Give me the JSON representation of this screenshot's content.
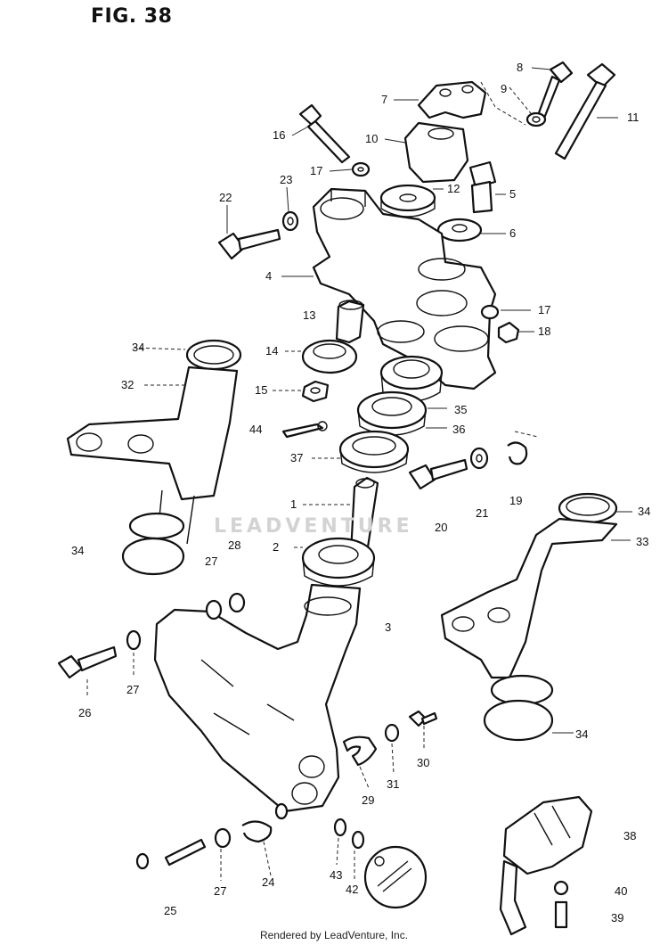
{
  "figure": {
    "title": "FIG. 38"
  },
  "watermark": "LEADVENTURE",
  "footer": "Rendered by LeadVenture, Inc.",
  "callouts": [
    {
      "key": "c8",
      "label": "8"
    },
    {
      "key": "c9",
      "label": "9"
    },
    {
      "key": "c7",
      "label": "7"
    },
    {
      "key": "c11",
      "label": "11"
    },
    {
      "key": "c16",
      "label": "16"
    },
    {
      "key": "c10",
      "label": "10"
    },
    {
      "key": "c17a",
      "label": "17"
    },
    {
      "key": "c12",
      "label": "12"
    },
    {
      "key": "c5",
      "label": "5"
    },
    {
      "key": "c22",
      "label": "22"
    },
    {
      "key": "c23",
      "label": "23"
    },
    {
      "key": "c6",
      "label": "6"
    },
    {
      "key": "c4",
      "label": "4"
    },
    {
      "key": "c17b",
      "label": "17"
    },
    {
      "key": "c13",
      "label": "13"
    },
    {
      "key": "c18",
      "label": "18"
    },
    {
      "key": "c34a",
      "label": "34"
    },
    {
      "key": "c14",
      "label": "14"
    },
    {
      "key": "c32",
      "label": "32"
    },
    {
      "key": "c15",
      "label": "15"
    },
    {
      "key": "c35",
      "label": "35"
    },
    {
      "key": "c44",
      "label": "44"
    },
    {
      "key": "c36",
      "label": "36"
    },
    {
      "key": "c37",
      "label": "37"
    },
    {
      "key": "c19",
      "label": "19"
    },
    {
      "key": "c1",
      "label": "1"
    },
    {
      "key": "c21",
      "label": "21"
    },
    {
      "key": "c20",
      "label": "20"
    },
    {
      "key": "c34b",
      "label": "34"
    },
    {
      "key": "c34c",
      "label": "34"
    },
    {
      "key": "c28",
      "label": "28"
    },
    {
      "key": "c2",
      "label": "2"
    },
    {
      "key": "c27a",
      "label": "27"
    },
    {
      "key": "c33",
      "label": "33"
    },
    {
      "key": "c3",
      "label": "3"
    },
    {
      "key": "c27b",
      "label": "27"
    },
    {
      "key": "c26",
      "label": "26"
    },
    {
      "key": "c34d",
      "label": "34"
    },
    {
      "key": "c30",
      "label": "30"
    },
    {
      "key": "c31",
      "label": "31"
    },
    {
      "key": "c29",
      "label": "29"
    },
    {
      "key": "c38",
      "label": "38"
    },
    {
      "key": "c43",
      "label": "43"
    },
    {
      "key": "c27c",
      "label": "27"
    },
    {
      "key": "c24",
      "label": "24"
    },
    {
      "key": "c42",
      "label": "42"
    },
    {
      "key": "c25",
      "label": "25"
    },
    {
      "key": "c40",
      "label": "40"
    },
    {
      "key": "c39",
      "label": "39"
    }
  ]
}
